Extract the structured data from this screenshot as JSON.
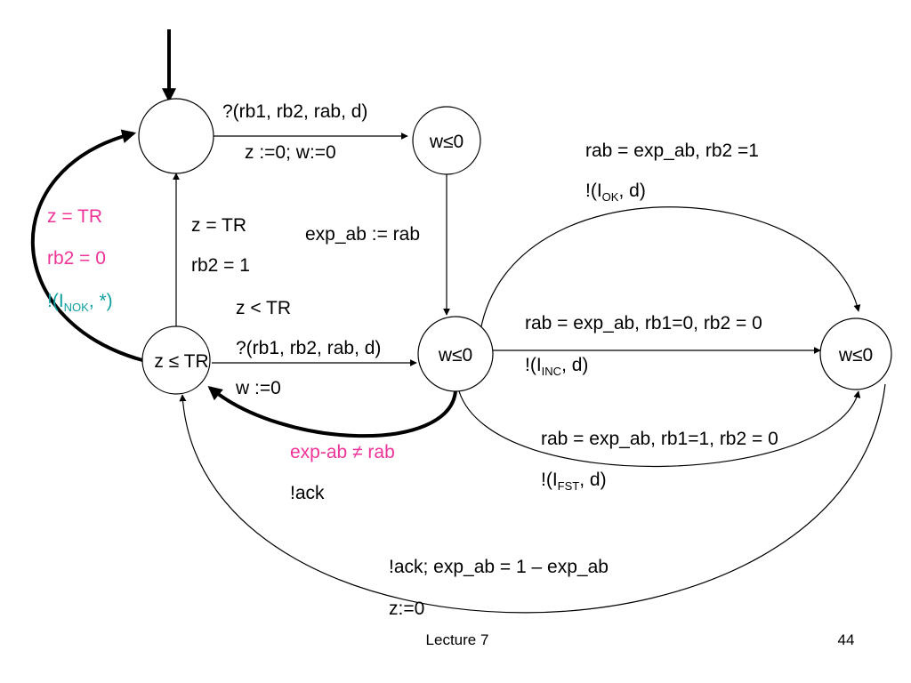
{
  "states": {
    "initial": "",
    "s_wait1": "w≤0",
    "s_main": "z ≤ TR",
    "s_wait2": "w≤0",
    "s_wait3": "w≤0"
  },
  "labels": {
    "receive_top_guard": "?(rb1, rb2, rab, d)",
    "receive_top_reset": "z :=0; w:=0",
    "assign_exp": "exp_ab := rab",
    "timeout_guard1": "z = TR",
    "timeout_guard2": "rb2 = 1",
    "nok_guard1": "z = TR",
    "nok_guard2": "rb2 = 0",
    "nok_out_pre": "!(I",
    "nok_out_sub": "NOK",
    "nok_out_post": ", *)",
    "receive_mid_guard1": "z < TR",
    "receive_mid_guard2": "?(rb1, rb2, rab, d)",
    "receive_mid_reset": "w :=0",
    "mismatch_guard": "exp-ab ≠ rab",
    "mismatch_out": "!ack",
    "ok_guard": "rab = exp_ab, rb2 =1",
    "ok_out_pre": "!(I",
    "ok_out_sub": "OK",
    "ok_out_post": ", d)",
    "inc_guard": "rab = exp_ab, rb1=0, rb2 = 0",
    "inc_out_pre": "!(I",
    "inc_out_sub": "INC",
    "inc_out_post": ", d)",
    "fst_guard": "rab = exp_ab, rb1=1, rb2 = 0",
    "fst_out_pre": "!(I",
    "fst_out_sub": "FST",
    "fst_out_post": ", d)",
    "ack_action": "!ack; exp_ab = 1 – exp_ab",
    "ack_reset": "z:=0"
  },
  "footer": {
    "lecture": "Lecture 7",
    "page": "44"
  },
  "colors": {
    "pink": "#ee3399",
    "teal": "#10a0a0"
  }
}
